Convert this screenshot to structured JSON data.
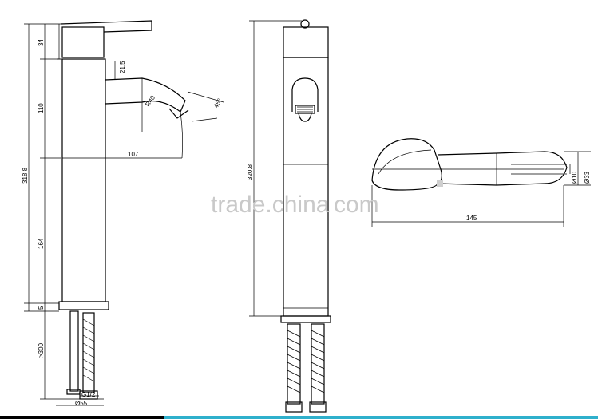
{
  "watermark": "trade.china",
  "watermark_suffix": "com",
  "views": {
    "side": {
      "dims": {
        "handle_height": "34",
        "spout_offset": "21.5",
        "upper_section": "110",
        "total_height": "318.8",
        "spout_reach": "107",
        "spout_radius": "R40",
        "spout_angle": "45°",
        "lower_section": "164",
        "base_thickness": "5",
        "hose_length": ">300",
        "thread": "G1/2",
        "base_diameter": "Ø55"
      }
    },
    "front": {
      "dims": {
        "total_height": "320.8"
      }
    },
    "top": {
      "dims": {
        "length": "145",
        "handle_diameter": "Ø10",
        "body_diameter": "Ø33"
      }
    }
  },
  "colors": {
    "bar_left": "#000000",
    "bar_right": "#2fb0cc",
    "watermark": "#c9c9c9"
  }
}
